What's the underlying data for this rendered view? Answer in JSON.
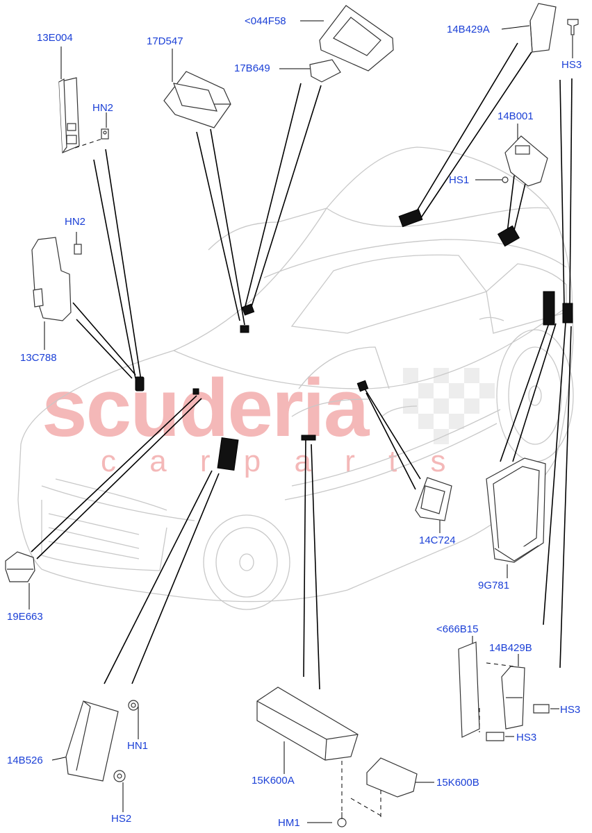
{
  "watermark": {
    "brand": "scuderia",
    "sub": "c a r   p a r t s"
  },
  "parts": {
    "p13E004": "13E004",
    "p17D547": "17D547",
    "p044F58": "<044F58",
    "p17B649": "17B649",
    "p14B429A": "14B429A",
    "hs3_top": "HS3",
    "hn2_top": "HN2",
    "p14B001": "14B001",
    "hs1": "HS1",
    "hn2_mid": "HN2",
    "p13C788": "13C788",
    "p14C724": "14C724",
    "p9G781": "9G781",
    "p19E663": "19E663",
    "p666B15": "<666B15",
    "p14B429B": "14B429B",
    "hs3_a": "HS3",
    "hs3_b": "HS3",
    "hn1": "HN1",
    "p14B526": "14B526",
    "hs2": "HS2",
    "p15K600A": "15K600A",
    "p15K600B": "15K600B",
    "hm1": "HM1"
  },
  "colors": {
    "label": "#1a3fd6",
    "line": "#000000",
    "car": "#c8c8c8",
    "part": "#333333",
    "watermark": "#f4b8b8"
  }
}
